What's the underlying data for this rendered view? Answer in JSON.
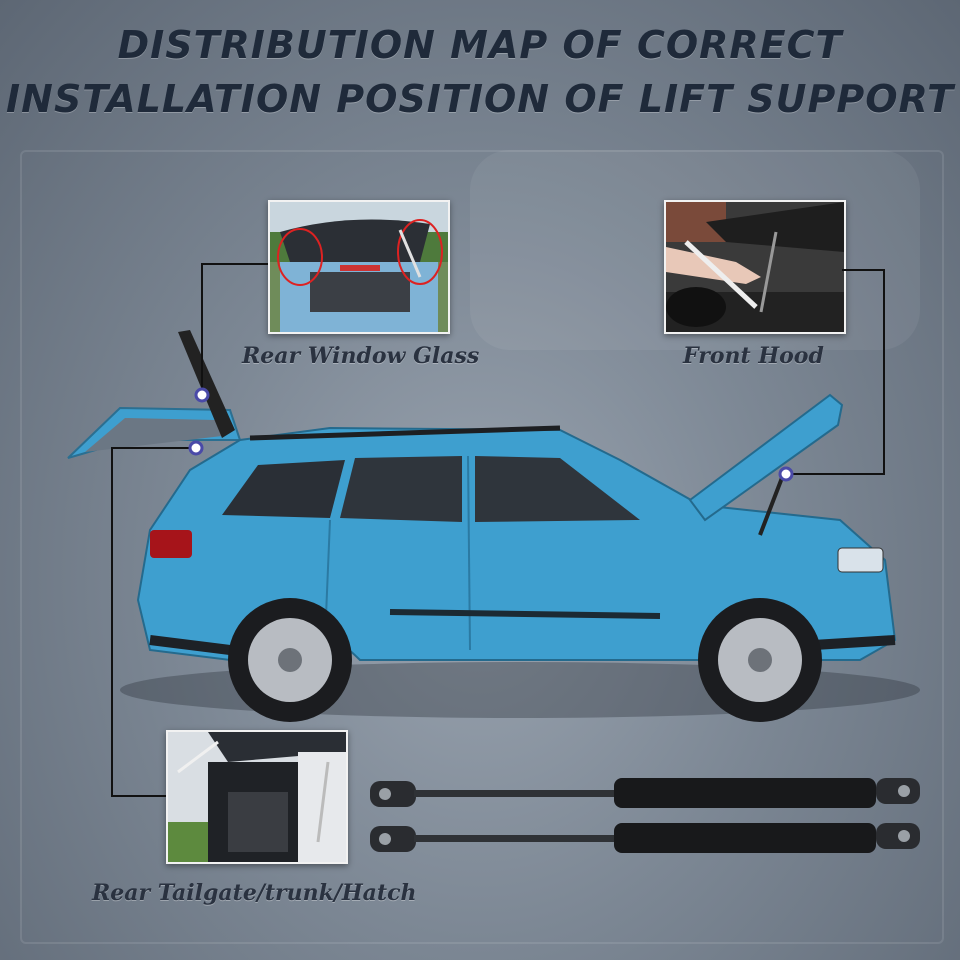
{
  "title": {
    "line1": "DISTRIBUTION MAP OF CORRECT",
    "line2": "INSTALLATION POSITION OF LIFT SUPPORT"
  },
  "labels": {
    "rear_window": "Rear Window Glass",
    "front_hood": "Front Hood",
    "rear_tailgate": "Rear Tailgate/trunk/Hatch"
  },
  "colors": {
    "car_body": "#3e9fcf",
    "title_text": "#1f2a3a",
    "connector_line": "#111111"
  }
}
